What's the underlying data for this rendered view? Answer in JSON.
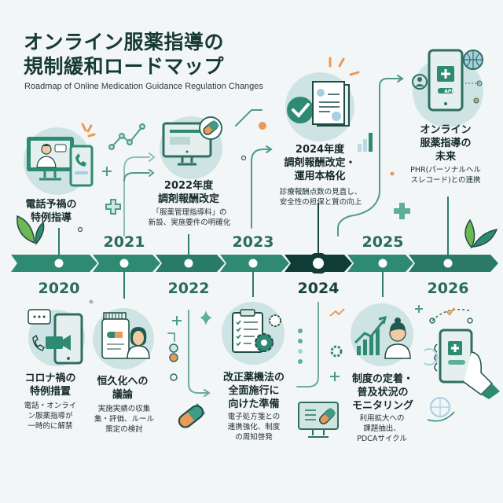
{
  "header": {
    "title_line1": "オンライン服薬指導の",
    "title_line2": "規制緩和ロードマップ",
    "subtitle": "Roadmap of Online Medication Guidance Regulation Changes"
  },
  "colors": {
    "background": "#f3f6f7",
    "primary_green": "#2f8a72",
    "dark_green": "#17443c",
    "highlight_green": "#0f3d35",
    "light_teal_circle": "#cde3e4",
    "accent_orange": "#e99a5a",
    "leaf_green": "#5aa64f"
  },
  "timeline": {
    "years": [
      "2020",
      "2021",
      "2022",
      "2023",
      "2024",
      "2025",
      "2026"
    ],
    "highlighted_year": "2024",
    "milestones": [
      {
        "id": "phone-special",
        "position": "top",
        "year": "2020",
        "icon": "doctor-video-call-monitor-phone-icon",
        "heading_lines": [
          "電話予禍の",
          "特例指導"
        ],
        "desc_lines": []
      },
      {
        "id": "covid-special",
        "position": "bottom",
        "year": "2020",
        "icon": "video-call-phone-icon",
        "heading_lines": [
          "コロナ禍の",
          "特例措置"
        ],
        "desc_lines": [
          "電話・オンライ",
          "ン服薬指導が",
          "一時的に解禁"
        ]
      },
      {
        "id": "permanent-discussion",
        "position": "bottom",
        "year": "2021",
        "icon": "pharmacist-medicine-bottle-icon",
        "heading_lines": [
          "恒久化への",
          "議論"
        ],
        "desc_lines": [
          "実施実績の収集",
          "集・評価、ルール",
          "策定の検討"
        ]
      },
      {
        "id": "revision-2022",
        "position": "top",
        "year": "2022",
        "icon": "monitor-capsule-icon",
        "heading_lines": [
          "2022年度",
          "調剤報酬改定"
        ],
        "desc_lines": [
          "「服薬管理指導料」の",
          "新設、実施要件の明確化"
        ]
      },
      {
        "id": "pmd-act",
        "position": "bottom",
        "year": "2023",
        "icon": "clipboard-gear-icon",
        "heading_lines": [
          "改正薬機法の",
          "全面施行に",
          "向けた準備"
        ],
        "desc_lines": [
          "電子処方箋との",
          "連携強化、制度",
          "の周知啓発"
        ]
      },
      {
        "id": "revision-2024",
        "position": "top",
        "year": "2024",
        "icon": "checkmark-document-icon",
        "heading_lines": [
          "2024年度",
          "調剤報酬改定・",
          "運用本格化"
        ],
        "desc_lines": [
          "診療報酬点数の見直し、",
          "安全性の担保と質の向上"
        ]
      },
      {
        "id": "monitoring",
        "position": "bottom",
        "year": "2025",
        "icon": "doctor-growth-chart-icon",
        "heading_lines": [
          "制度の定着・",
          "普及状況の",
          "モニタリング"
        ],
        "desc_lines": [
          "利用拡大への",
          "課題抽出、",
          "PDCAサイクル"
        ]
      },
      {
        "id": "future",
        "position": "top",
        "year": "2026",
        "icon": "health-app-phone-globe-icon",
        "heading_lines": [
          "オンライン",
          "服薬指導の",
          "未来"
        ],
        "desc_lines": [
          "PHR(パーソナルヘル",
          "スレコード)との連携"
        ]
      }
    ],
    "decorations": {
      "app_badge": "APP"
    }
  }
}
